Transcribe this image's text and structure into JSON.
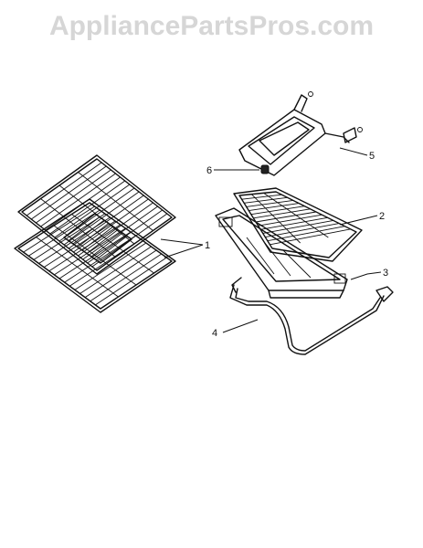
{
  "watermark": "AppliancePartsPros.com",
  "callouts": {
    "c1": "1",
    "c2": "2",
    "c3": "3",
    "c4": "4",
    "c5": "5",
    "c6": "6"
  }
}
